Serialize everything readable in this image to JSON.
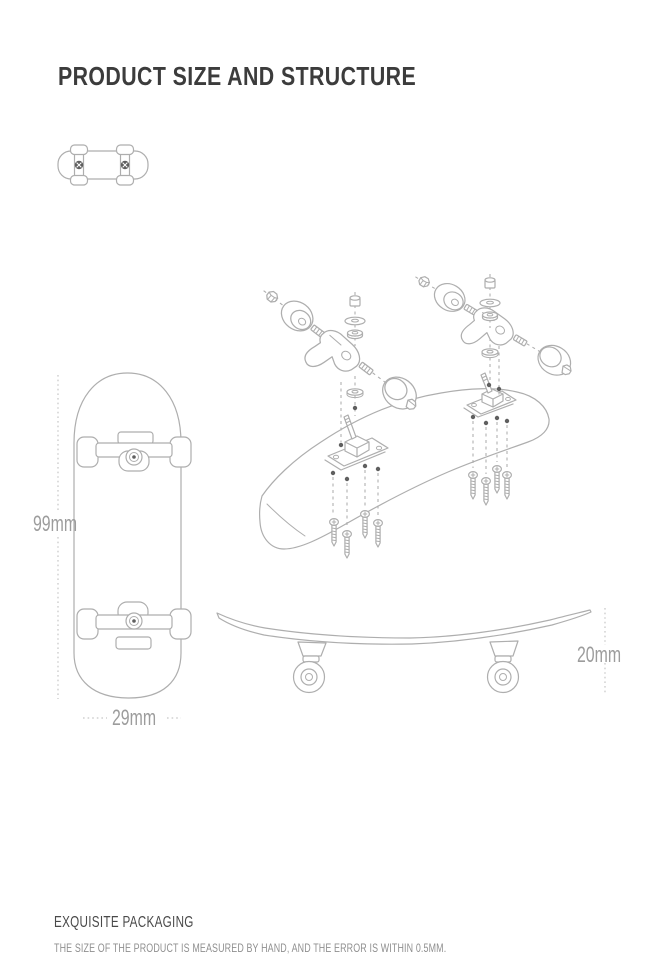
{
  "page": {
    "title": "PRODUCT SIZE AND STRUCTURE"
  },
  "dimensions": {
    "deck_length": "99mm",
    "deck_width": "29mm",
    "board_height": "20mm"
  },
  "footer": {
    "heading": "EXQUISITE PACKAGING",
    "note": "THE SIZE OF THE PRODUCT IS MEASURED BY HAND, AND THE ERROR IS WITHIN 0.5MM."
  },
  "figures": {
    "mini_board": "fingerboard-icon",
    "exploded": "exploded-truck-assembly-diagram",
    "bottom_view": "deck-bottom-view-drawing",
    "side_view": "board-side-view-drawing"
  },
  "colors": {
    "bg": "#ffffff",
    "line": "#aeaeae",
    "line-soft": "#c6c6c6",
    "dark-accent": "#5f5f5f",
    "title": "#3c3c3c",
    "label": "#9c9c9c",
    "footer-heading": "#4a4a4a",
    "footer-note": "#8f8f8f"
  }
}
